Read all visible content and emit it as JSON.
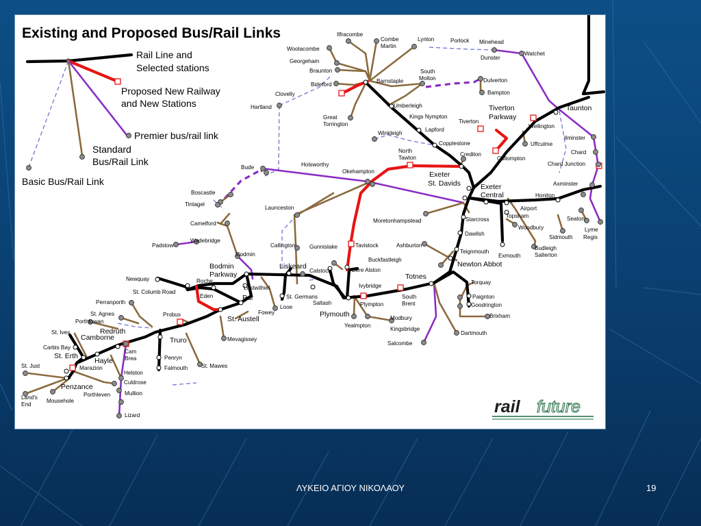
{
  "slide": {
    "footer": "ΛΥΚΕΙΟ ΑΓΙΟΥ ΝΙΚΟΛΑΟΥ",
    "page_number": "19"
  },
  "map": {
    "title": "Existing and Proposed Bus/Rail Links",
    "logo_bold": "rail",
    "logo_light": "future",
    "legend": {
      "rail_line_1": "Rail Line and",
      "rail_line_2": "Selected stations",
      "proposed_1": "Proposed New Railway",
      "proposed_2": "and New Stations",
      "premier": "Premier bus/rail link",
      "standard_1": "Standard",
      "standard_2": "Bus/Rail Link",
      "basic": "Basic Bus/Rail Link"
    },
    "places": {
      "ilfracombe": "Ilfracombe",
      "combe_martin_1": "Combe",
      "combe_martin_2": "Martin",
      "lynton": "Lynton",
      "porlock": "Porlock",
      "minehead": "Minehead",
      "dunster": "Dunster",
      "watchet": "Watchet",
      "woolacombe": "Woolacombe",
      "georgeham": "Georgeham",
      "braunton": "Braunton",
      "bideford": "Bideford",
      "barnstaple": "Barnstaple",
      "south_molton_1": "South",
      "south_molton_2": "Molton",
      "dulverton": "Dulverton",
      "bampton": "Bampton",
      "clovelly": "Clovelly",
      "hartland": "Hartland",
      "umberleigh": "Umberleigh",
      "kings_nympton": "Kings Nympton",
      "lapford": "Lapford",
      "great_torrington_1": "Great",
      "great_torrington_2": "Torrington",
      "winkleigh": "Winkleigh",
      "copplestone": "Copplestone",
      "tiverton": "Tiverton",
      "tiverton_parkway_1": "Tiverton",
      "tiverton_parkway_2": "Parkway",
      "wellington": "Wellington",
      "taunton": "Taunton",
      "uffculme": "Uffculme",
      "ilminster": "Ilminster",
      "chard": "Chard",
      "chard_junction": "Chard Junction",
      "north_tawton_1": "North",
      "north_tawton_2": "Tawton",
      "crediton": "Crediton",
      "cullompton": "Cullompton",
      "bude": "Bude",
      "holsworthy": "Holsworthy",
      "okehampton": "Okehampton",
      "exeter_st_davids_1": "Exeter",
      "exeter_st_davids_2": "St. Davids",
      "exeter_central_1": "Exeter",
      "exeter_central_2": "Central",
      "axminster": "Axminster",
      "honiton": "Honiton",
      "boscastle": "Boscastle",
      "tintagel": "Tintagel",
      "airport": "Airport",
      "topsham": "Topsham",
      "seaton": "Seaton",
      "lyme_regis_1": "Lyme",
      "lyme_regis_2": "Regis",
      "launceston": "Launceston",
      "moretonhampstead": "Moretonhampstead",
      "starcross": "Starcross",
      "woodbury": "Woodbury",
      "sidmouth": "Sidmouth",
      "camelford": "Camelford",
      "dawlish": "Dawlish",
      "budleigh_salterton_1": "Budleigh",
      "budleigh_salterton_2": "Salterton",
      "wadebridge": "Wadebridge",
      "padstow": "Padstow",
      "callington": "Callington",
      "gunnislake": "Gunnislake",
      "tavistock": "Tavistock",
      "ashburton": "Ashburton",
      "teignmouth": "Teignmouth",
      "exmouth": "Exmouth",
      "bodmin": "Bodmin",
      "bodmin_parkway_1": "Bodmin",
      "bodmin_parkway_2": "Parkway",
      "liskeard": "Liskeard",
      "calstock": "Calstock",
      "bere_alston": "Bere Alston",
      "buckfastleigh": "Buckfastleigh",
      "newton_abbot": "Newton Abbot",
      "newquay": "Newquay",
      "roche": "Roche",
      "lostwithiel": "Lostwithiel",
      "totnes": "Totnes",
      "torquay": "Torquay",
      "st_columb_road": "St. Columb Road",
      "eden": "Eden",
      "par": "Par",
      "st_germans": "St. Germans",
      "ivybridge": "Ivybridge",
      "south_brent_1": "South",
      "south_brent_2": "Brent",
      "paignton": "Paignton",
      "goodrington": "Goodrington",
      "perranporth": "Perranporth",
      "fowey": "Fowey",
      "looe": "Looe",
      "saltash": "Saltash",
      "plympton": "Plympton",
      "brixham": "Brixham",
      "st_agnes": "St. Agnes",
      "probus": "Probus",
      "st_austell": "St. Austell",
      "plymouth": "Plymouth",
      "modbury": "Modbury",
      "porthtowan": "Porthtowan",
      "yealmpton": "Yealmpton",
      "kingsbridge": "Kingsbridge",
      "st_ives": "St. Ives",
      "redruth": "Redruth",
      "camborne": "Camborne",
      "truro": "Truro",
      "mevagissey": "Mevagissey",
      "dartmouth": "Dartmouth",
      "carbis_bay": "Carbis Bay",
      "st_erth": "St. Erth",
      "hayle": "Hayle",
      "cam_brea_1": "Cam",
      "cam_brea_2": "Brea",
      "penryn": "Penryn",
      "salcombe": "Salcombe",
      "st_just": "St. Just",
      "marazion": "Marazion",
      "falmouth": "Falmouth",
      "st_mawes": "St. Mawes",
      "helston": "Helston",
      "penzance": "Penzance",
      "culdrose": "Culdrose",
      "lands_end_1": "Land's",
      "lands_end_2": "End",
      "mousehole": "Mousehole",
      "porthleven": "Porthleven",
      "mullion": "Mullion",
      "lizard": "Lizard"
    }
  }
}
